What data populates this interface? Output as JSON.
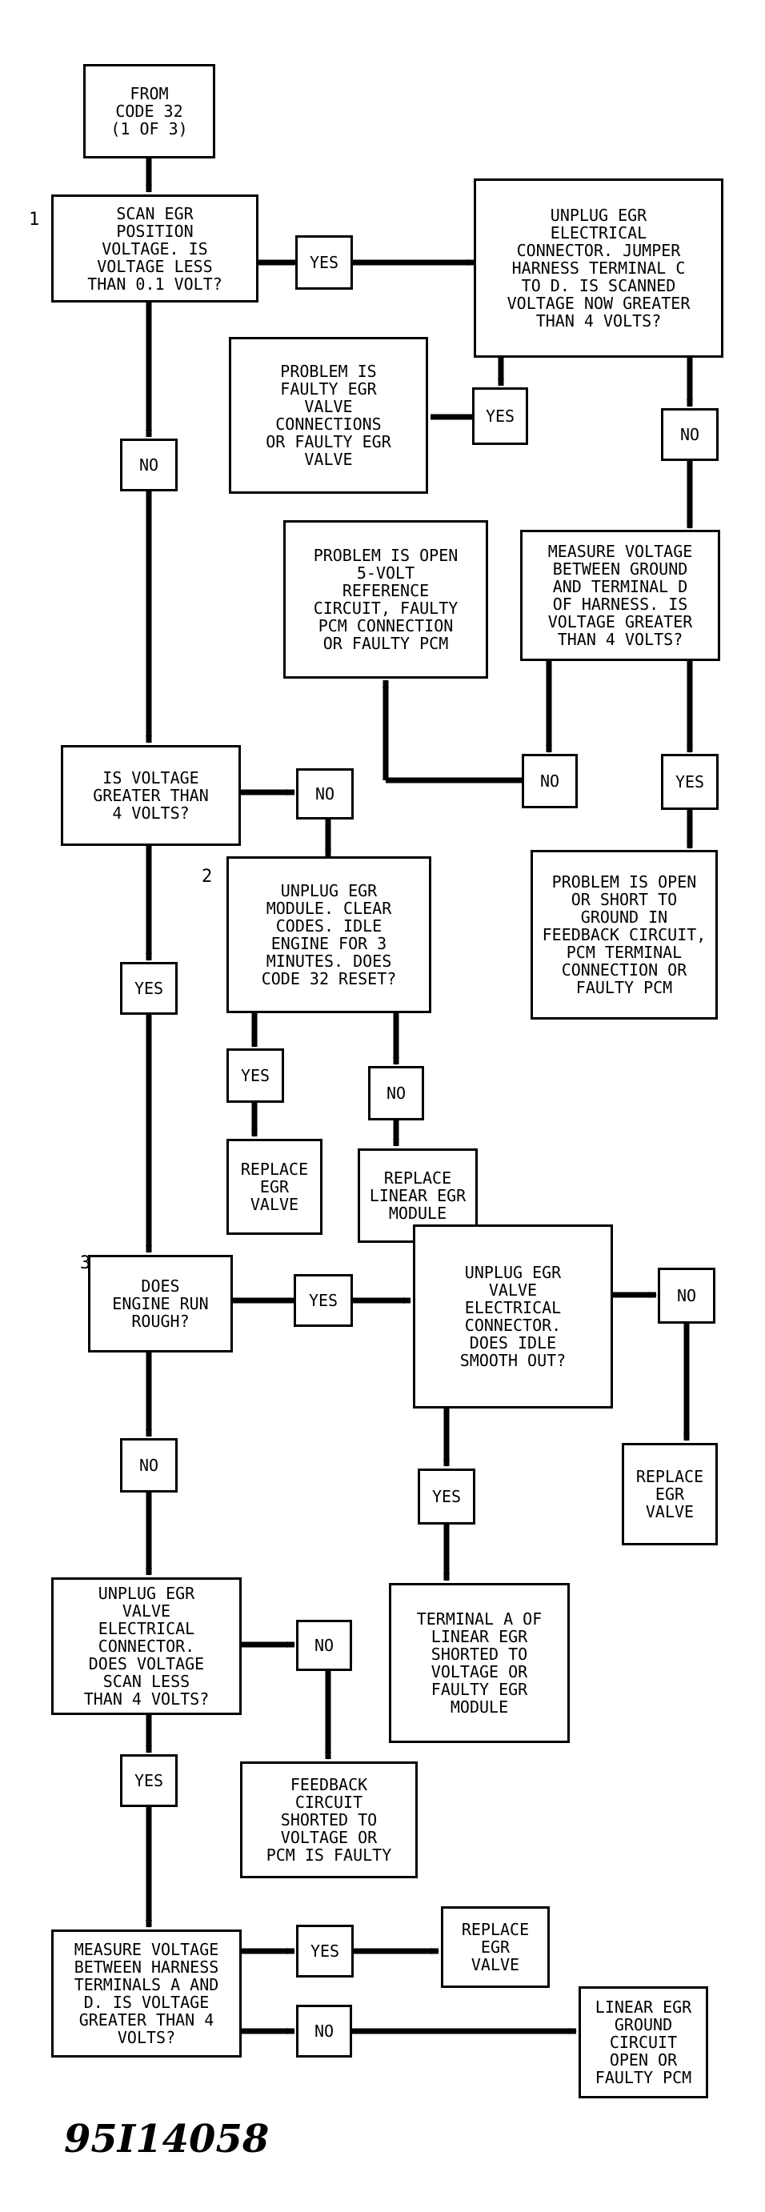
{
  "figure_id": "95I14058",
  "step_numbers": {
    "s1": "1",
    "s2": "2",
    "s3": "3"
  },
  "boxes": {
    "start": "FROM\nCODE 32\n(1 OF 3)",
    "q_scan_egr": "SCAN EGR\nPOSITION\nVOLTAGE. IS\nVOLTAGE LESS\nTHAN 0.1 VOLT?",
    "q_unplug_jumper": "UNPLUG EGR\nELECTRICAL\nCONNECTOR. JUMPER\nHARNESS TERMINAL C\nTO D. IS SCANNED\nVOLTAGE NOW GREATER\nTHAN 4 VOLTS?",
    "r_faulty_valve_conn": "PROBLEM IS\nFAULTY EGR\nVALVE\nCONNECTIONS\nOR FAULTY EGR\nVALVE",
    "r_open_5v": "PROBLEM IS OPEN\n5-VOLT\nREFERENCE\nCIRCUIT, FAULTY\nPCM CONNECTION\nOR FAULTY PCM",
    "q_measure_ground_d": "MEASURE VOLTAGE\nBETWEEN GROUND\nAND TERMINAL D\nOF HARNESS. IS\nVOLTAGE GREATER\nTHAN 4 VOLTS?",
    "q_greater_4v": "IS VOLTAGE\nGREATER THAN\n4 VOLTS?",
    "r_open_feedback": "PROBLEM IS OPEN\nOR SHORT TO\nGROUND IN\nFEEDBACK CIRCUIT,\nPCM TERMINAL\nCONNECTION OR\nFAULTY PCM",
    "q_unplug_module": "UNPLUG EGR\nMODULE. CLEAR\nCODES. IDLE\nENGINE FOR 3\nMINUTES. DOES\nCODE 32 RESET?",
    "r_replace_valve_1": "REPLACE\nEGR\nVALVE",
    "r_replace_module": "REPLACE\nLINEAR EGR\nMODULE",
    "q_run_rough": "DOES\nENGINE RUN\nROUGH?",
    "q_idle_smooth": "UNPLUG EGR\nVALVE\nELECTRICAL\nCONNECTOR.\nDOES IDLE\nSMOOTH OUT?",
    "r_replace_valve_2": "REPLACE\nEGR\nVALVE",
    "r_terminal_a": "TERMINAL A OF\nLINEAR EGR\nSHORTED TO\nVOLTAGE OR\nFAULTY EGR\nMODULE",
    "q_scan_less_4v": "UNPLUG EGR\nVALVE\nELECTRICAL\nCONNECTOR.\nDOES VOLTAGE\nSCAN LESS\nTHAN 4 VOLTS?",
    "r_feedback_short": "FEEDBACK\nCIRCUIT\nSHORTED TO\nVOLTAGE OR\nPCM IS FAULTY",
    "q_measure_a_d": "MEASURE VOLTAGE\nBETWEEN HARNESS\nTERMINALS A AND\nD. IS VOLTAGE\nGREATER THAN 4\nVOLTS?",
    "r_replace_valve_3": "REPLACE\nEGR\nVALVE",
    "r_ground_open": "LINEAR EGR\nGROUND\nCIRCUIT\nOPEN OR\nFAULTY PCM"
  },
  "labels": {
    "yes": "YES",
    "no": "NO"
  }
}
